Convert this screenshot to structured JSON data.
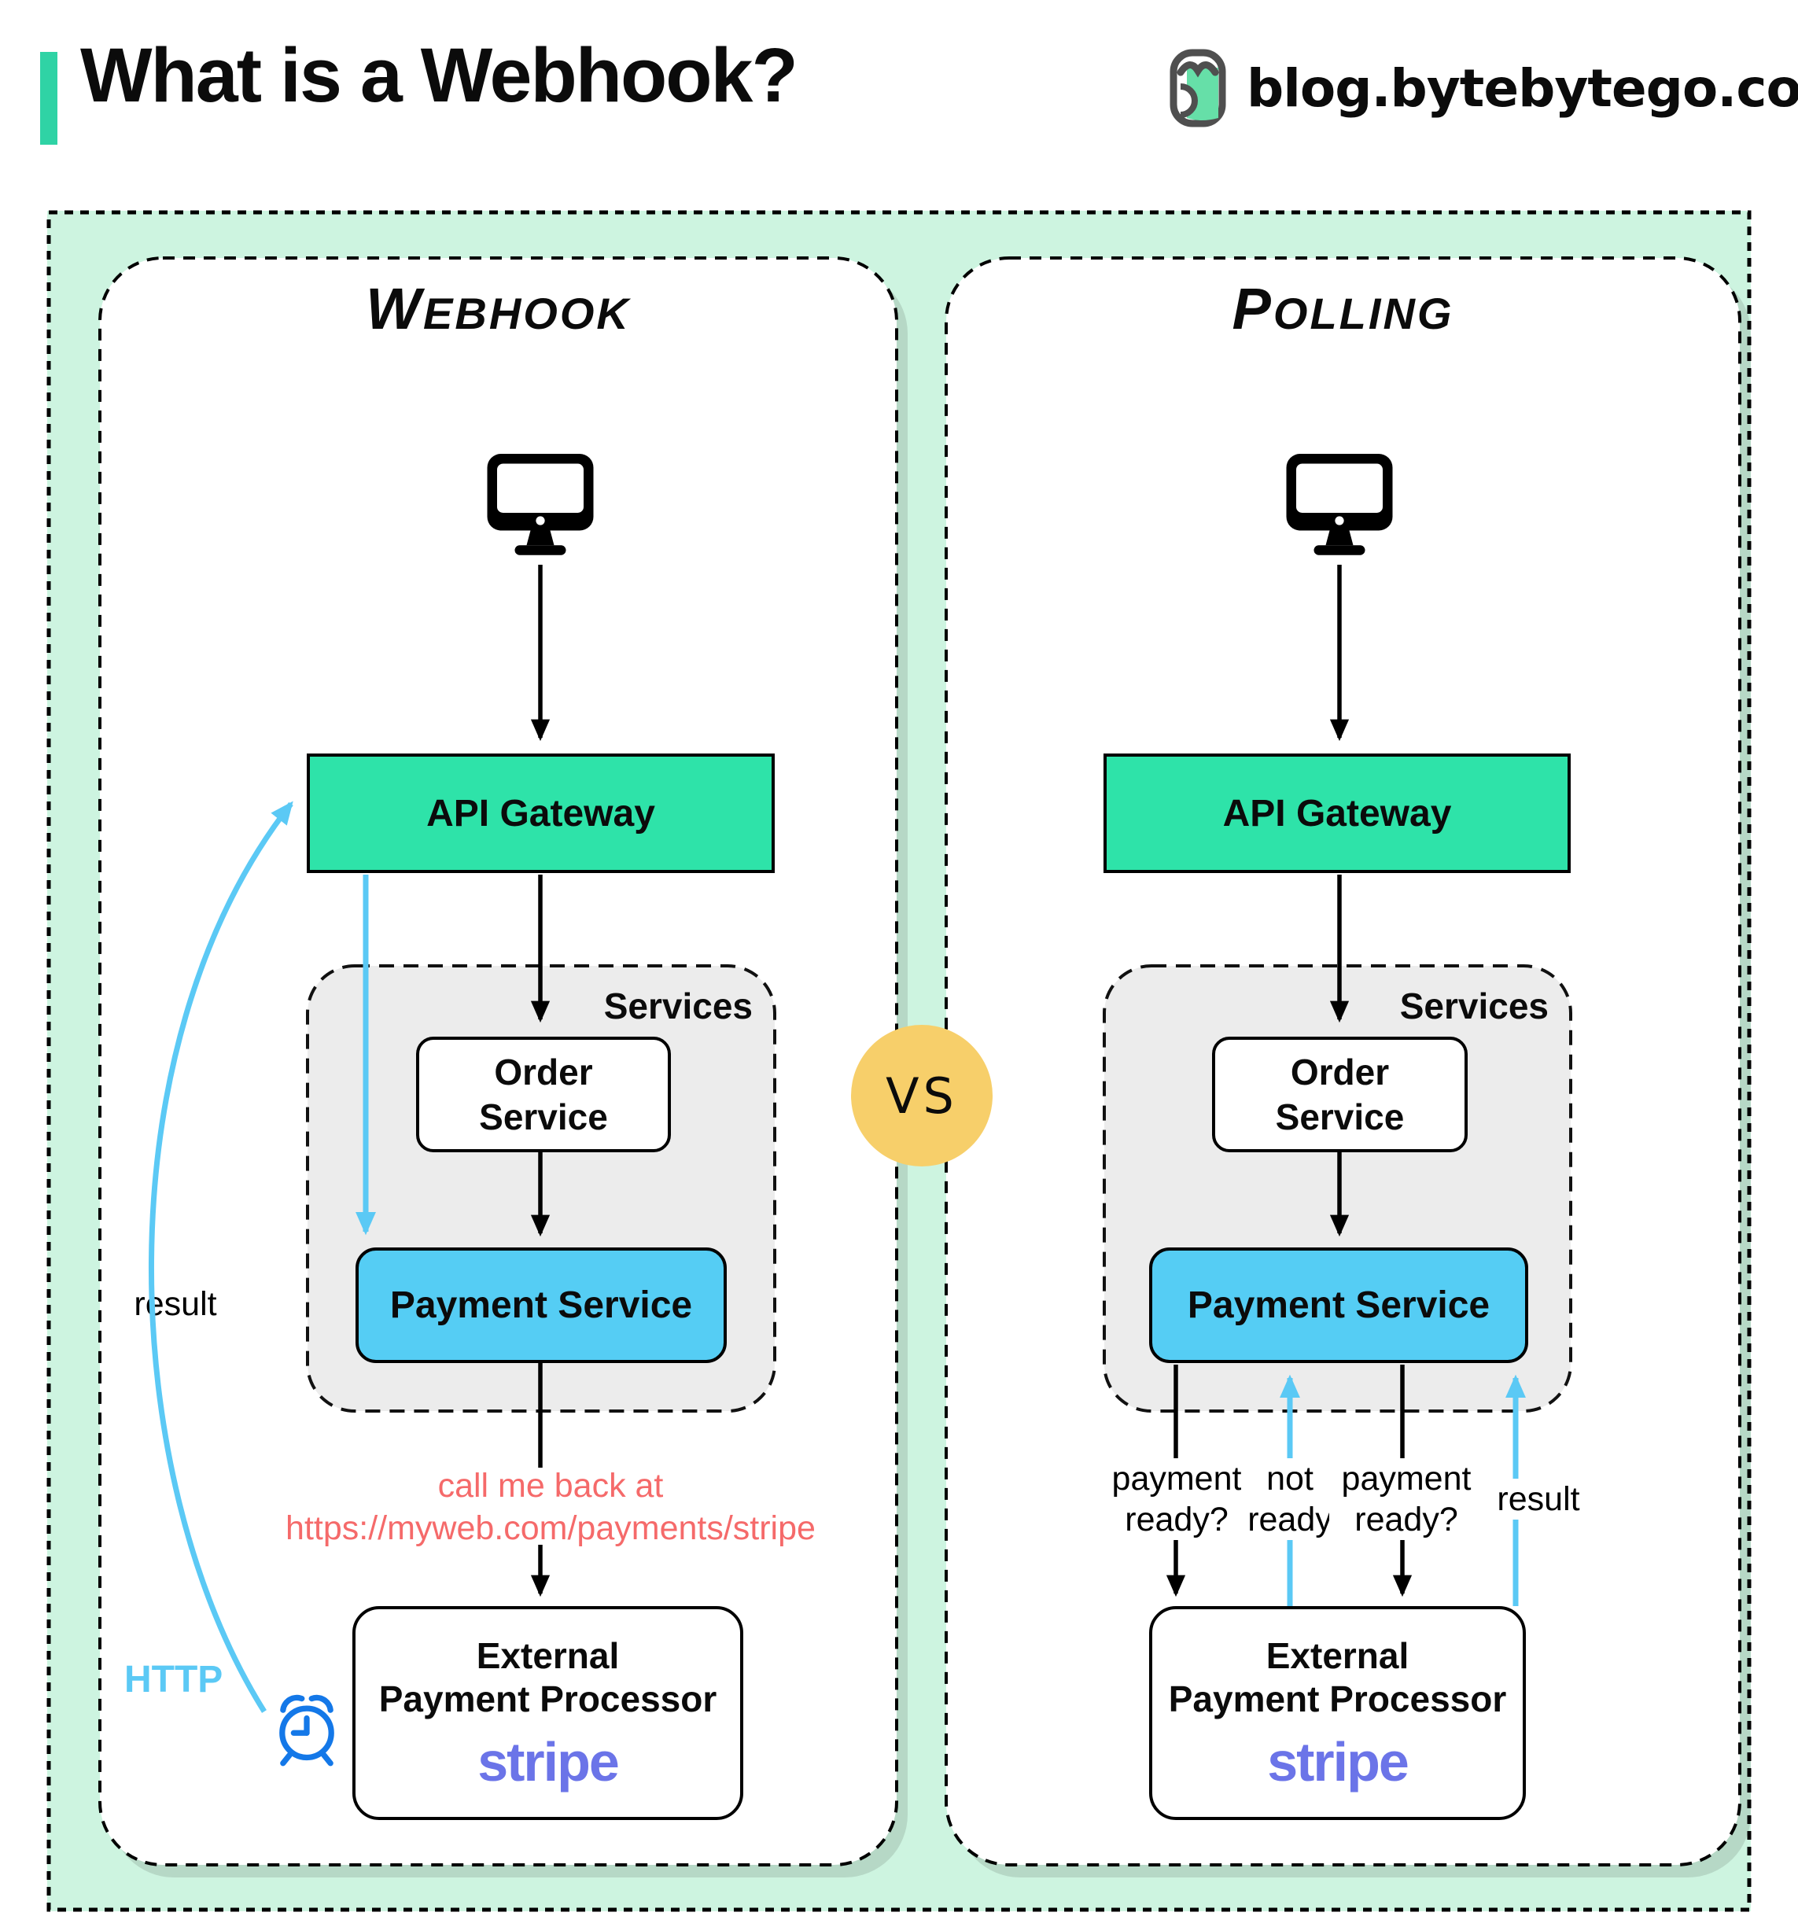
{
  "header": {
    "title": "What is a Webhook?",
    "site": "blog.bytebytego.com"
  },
  "vs_badge": "VS",
  "webhook": {
    "title": "Webhook",
    "api_gateway": "API Gateway",
    "services_label": "Services",
    "order_service": {
      "line1": "Order",
      "line2": "Service"
    },
    "payment_service": "Payment Service",
    "external": {
      "line1": "External",
      "line2": "Payment Processor",
      "brand": "stripe"
    },
    "callback_note": {
      "line1": "call me back at",
      "line2": "https://myweb.com/payments/stripe"
    },
    "result_label": "result",
    "http_label": "HTTP"
  },
  "polling": {
    "title": "Polling",
    "api_gateway": "API Gateway",
    "services_label": "Services",
    "order_service": {
      "line1": "Order",
      "line2": "Service"
    },
    "payment_service": "Payment Service",
    "external": {
      "line1": "External",
      "line2": "Payment Processor",
      "brand": "stripe"
    },
    "query1": {
      "line1": "payment",
      "line2": "ready?"
    },
    "answer1": {
      "line1": "not",
      "line2": "ready"
    },
    "query2": {
      "line1": "payment",
      "line2": "ready?"
    },
    "result_label": "result"
  },
  "colors": {
    "bg_green": "#cdf4e0",
    "accent": "#2fd3a5",
    "gateway": "#2ee3a9",
    "payment": "#55cdf4",
    "blue": "#5bc9f5",
    "clock": "#1478e8",
    "note_red": "#f56a6a",
    "vs": "#f7cf6a",
    "stripe": "#6b74e8",
    "services_gray": "#ececec",
    "shadow": "#b6d8c6"
  }
}
